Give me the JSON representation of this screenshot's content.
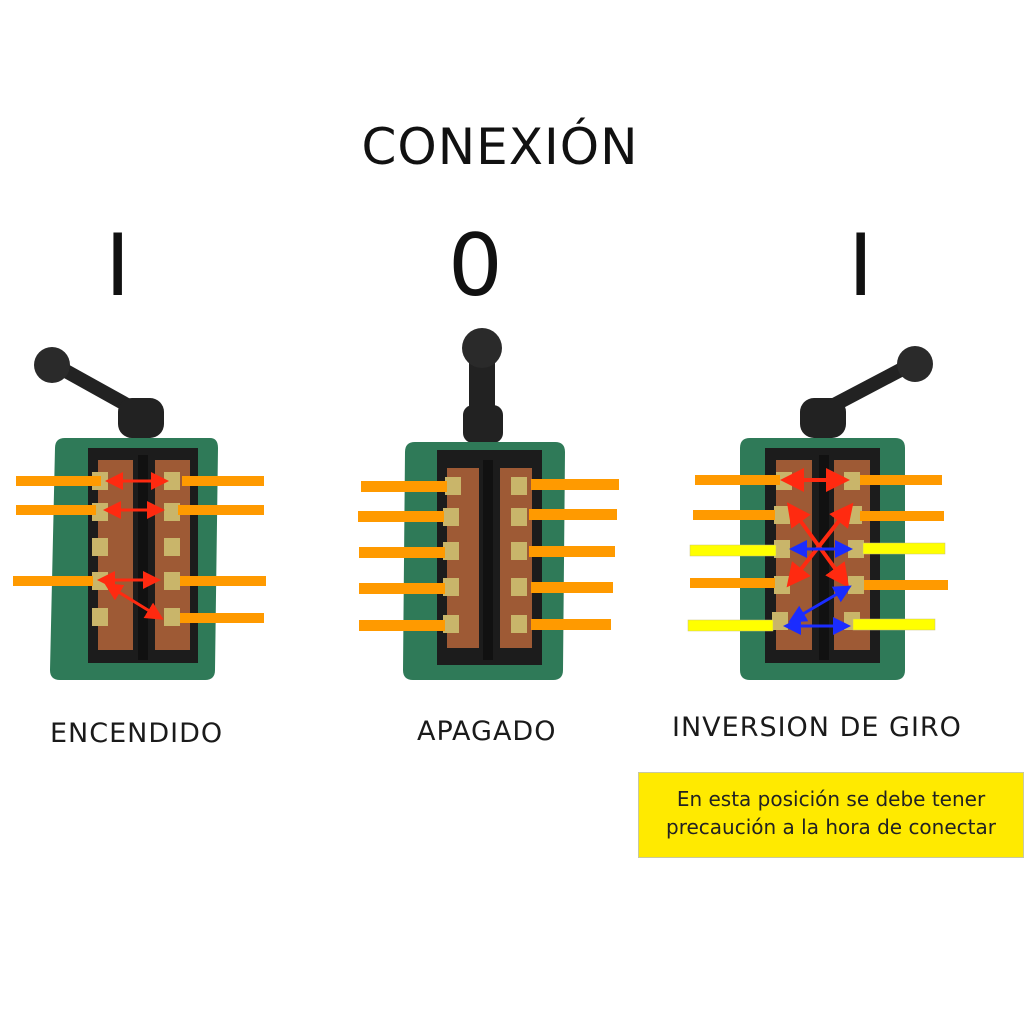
{
  "title": "CONEXIÓN",
  "positions": [
    {
      "symbol": "I",
      "label": "ENCENDIDO",
      "handle": "left"
    },
    {
      "symbol": "0",
      "label": "APAGADO",
      "handle": "up"
    },
    {
      "symbol": "I",
      "label": "INVERSION DE GIRO",
      "handle": "right"
    }
  ],
  "warning": {
    "line1": "En esta posición se debe tener",
    "line2": "precaución a la hora de conectar"
  },
  "colors": {
    "wire_orange": "#ff9a00",
    "wire_yellow": "#ffff00",
    "arrow_red": "#ff2a10",
    "arrow_blue": "#1a2cff",
    "housing_green": "#2f7a58",
    "warning_bg": "#ffea00"
  }
}
